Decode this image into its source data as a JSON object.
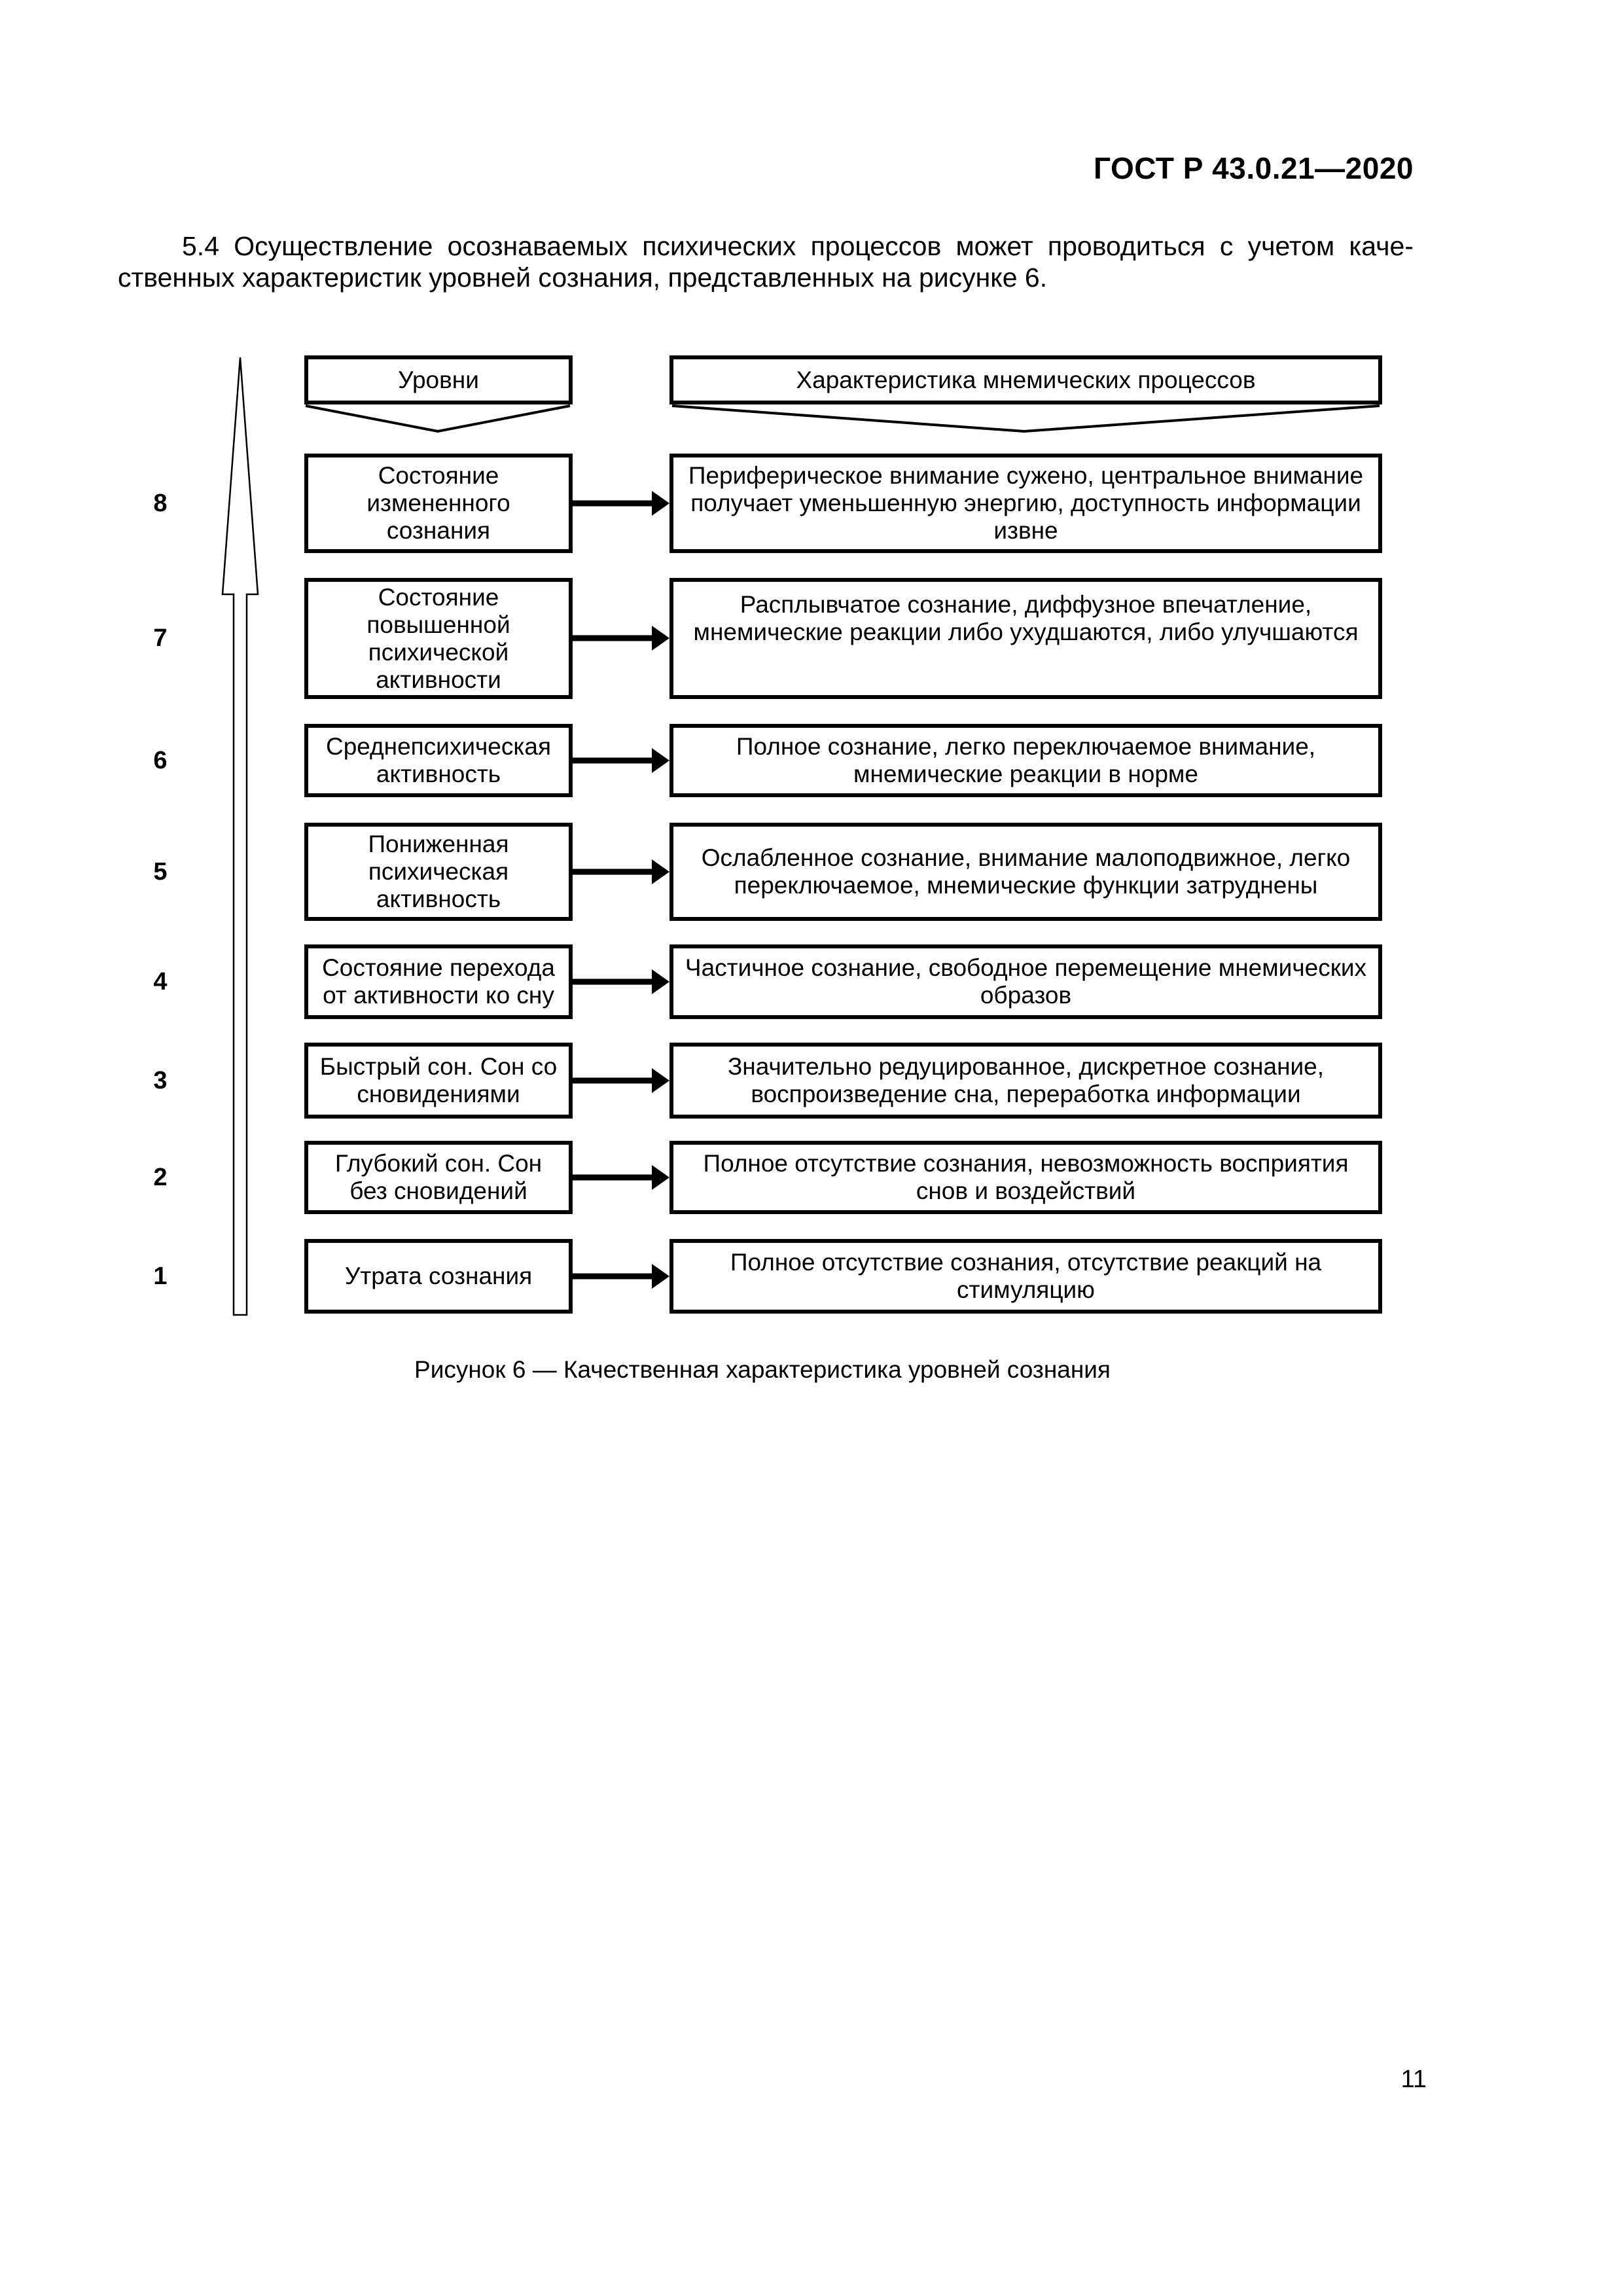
{
  "page": {
    "header": "ГОСТ Р 43.0.21—2020",
    "paragraph_lines": [
      "5.4 Осуществление осознаваемых психических процессов может проводиться с учетом каче-",
      "ственных характеристик уровней сознания, представленных на рисунке 6."
    ],
    "caption": "Рисунок 6 — Качественная характеристика уровней сознания",
    "page_number": "11"
  },
  "colors": {
    "ink": "#000000",
    "paper": "#ffffff"
  },
  "figure": {
    "left_header": "Уровни",
    "right_header": "Характеристика мнемических процессов",
    "rows": [
      {
        "level": "8",
        "name": "Состояние\nизмененного\nсознания",
        "description": "Периферическое внимание сужено, центральное внимание\nполучает уменьшенную энергию, доступность информации\nизвне"
      },
      {
        "level": "7",
        "name": "Состояние\nповышенной\nпсихической\nактивности",
        "description": "Расплывчатое сознание, диффузное впечатление,\nмнемические реакции либо ухудшаются, либо улучшаются"
      },
      {
        "level": "6",
        "name": "Среднепсихическая\nактивность",
        "description": "Полное сознание, легко переключаемое внимание,\nмнемические реакции в норме"
      },
      {
        "level": "5",
        "name": "Пониженная\nпсихическая\nактивность",
        "description": "Ослабленное сознание, внимание малоподвижное, легко\nпереключаемое, мнемические функции затруднены"
      },
      {
        "level": "4",
        "name": "Состояние перехода\nот активности ко сну",
        "description": "Частичное сознание, свободное перемещение мнемических\nобразов"
      },
      {
        "level": "3",
        "name": "Быстрый сон. Сон со\nсновидениями",
        "description": "Значительно редуцированное, дискретное сознание,\nвоспроизведение сна, переработка информации"
      },
      {
        "level": "2",
        "name": "Глубокий сон. Сон\nбез сновидений",
        "description": "Полное отсутствие сознания, невозможность восприятия\nснов и воздействий"
      },
      {
        "level": "1",
        "name": "Утрата сознания",
        "description": "Полное отсутствие сознания, отсутствие реакций на\nстимуляцию"
      }
    ]
  }
}
